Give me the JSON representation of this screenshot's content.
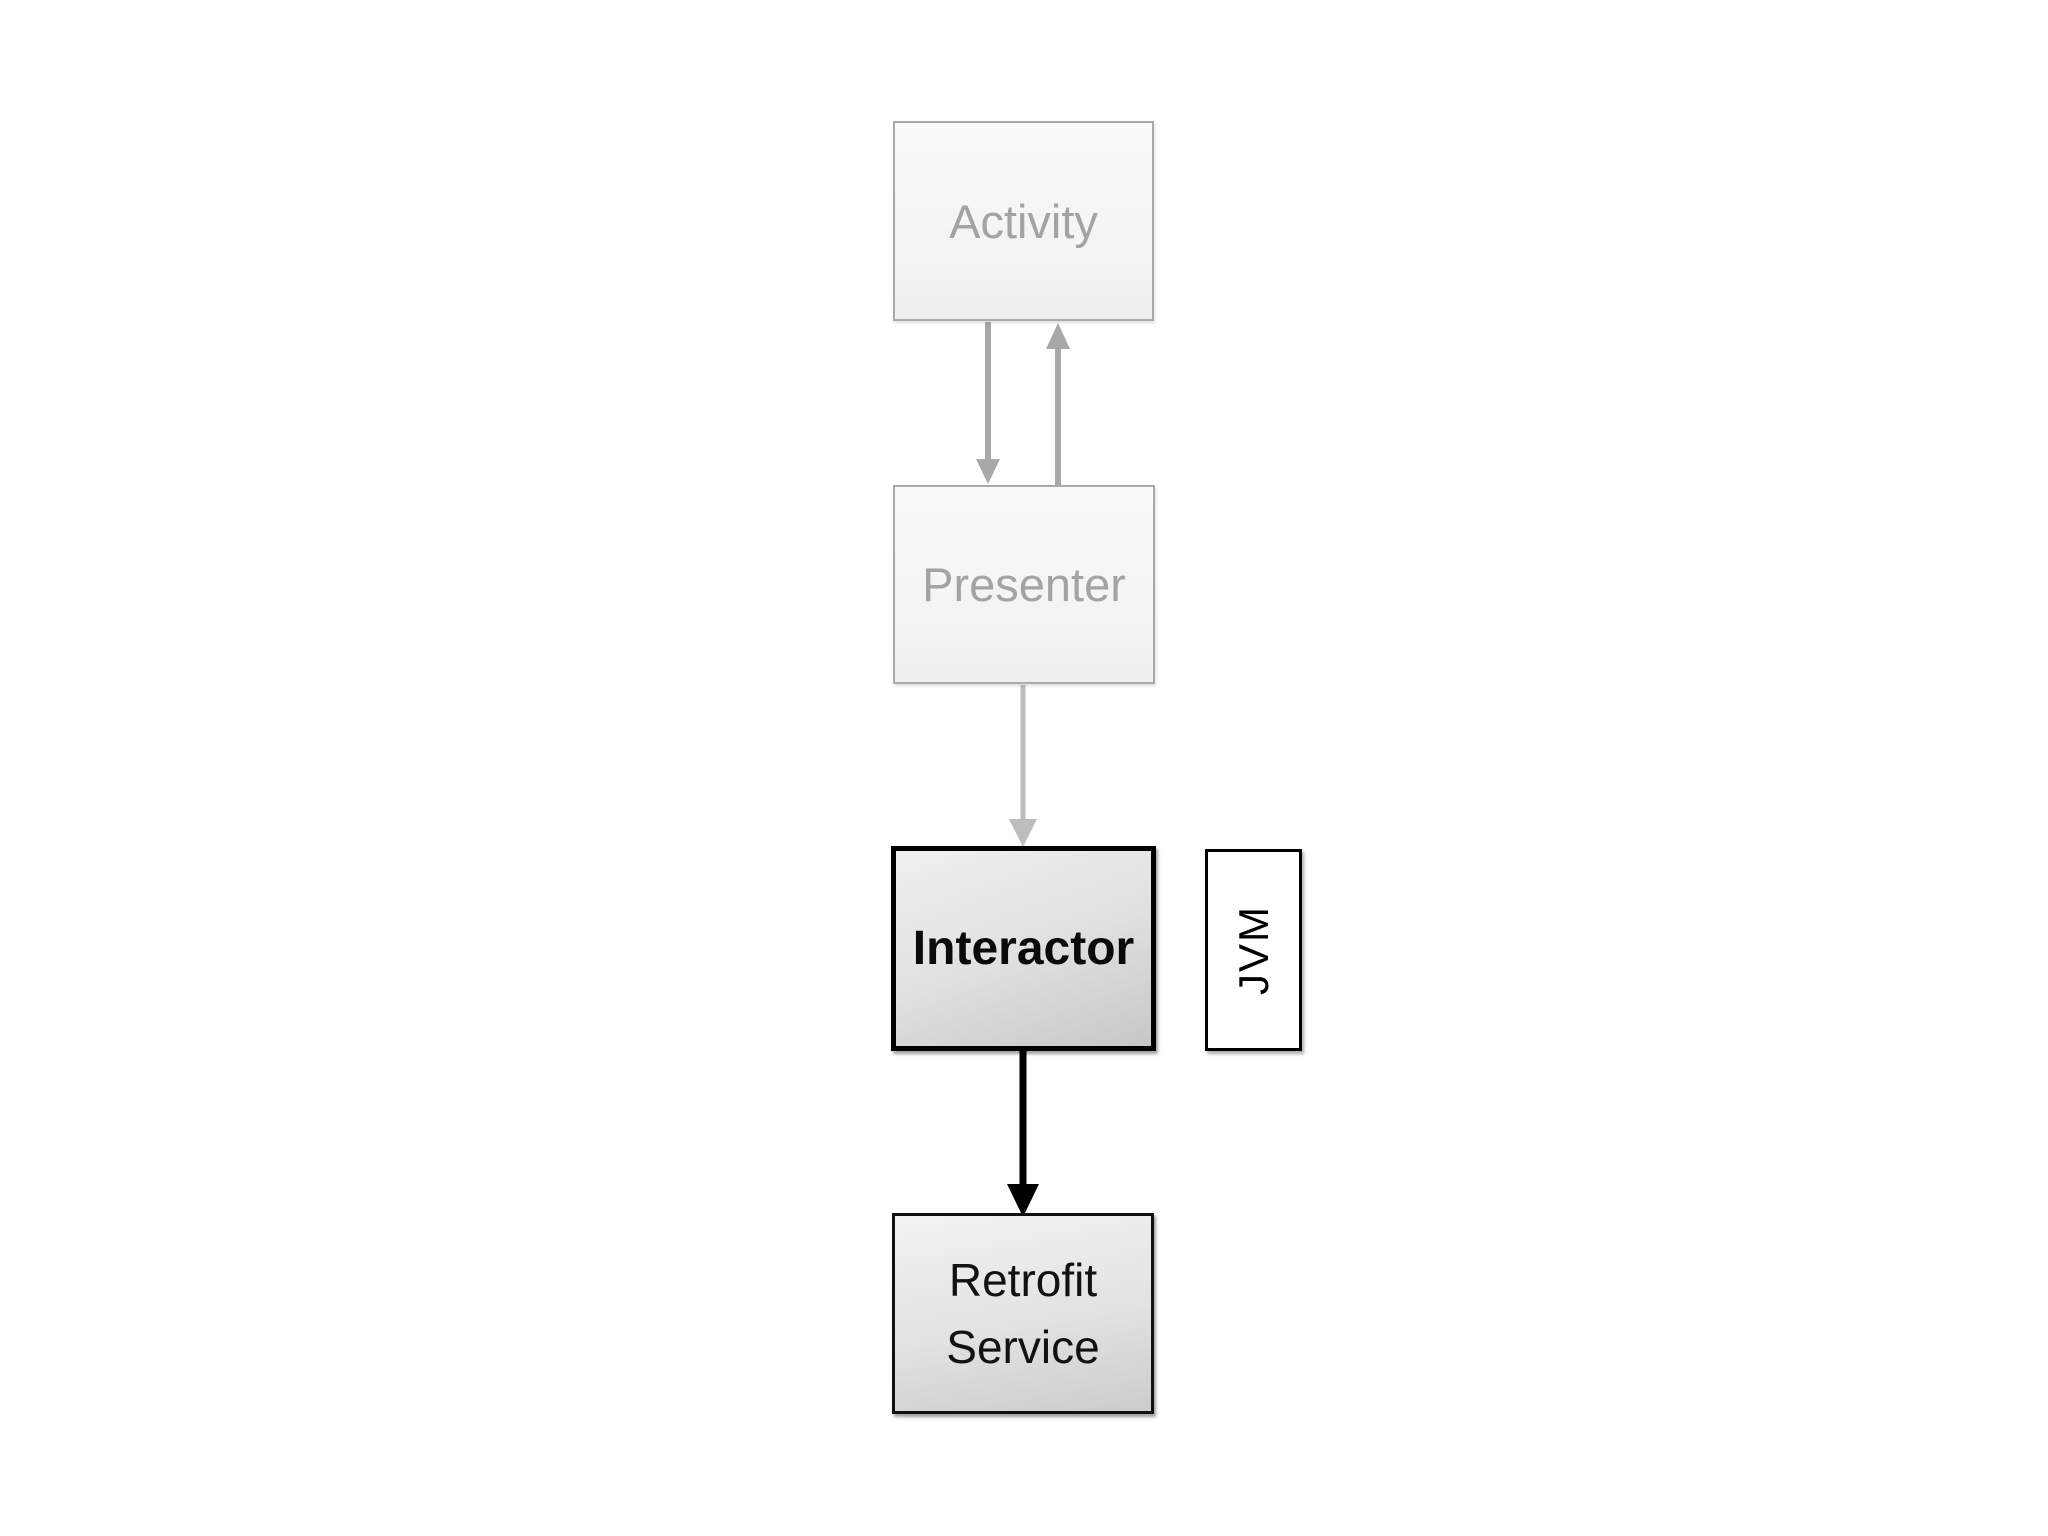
{
  "diagram": {
    "nodes": [
      {
        "id": "activity",
        "label": "Activity",
        "state": "inactive"
      },
      {
        "id": "presenter",
        "label": "Presenter",
        "state": "inactive"
      },
      {
        "id": "interactor",
        "label": "Interactor",
        "state": "active"
      },
      {
        "id": "jvm",
        "label": "JVM",
        "state": "context",
        "orientation": "vertical"
      },
      {
        "id": "retrofit-service",
        "label": "Retrofit Service",
        "state": "active"
      }
    ],
    "edges": [
      {
        "from": "activity",
        "to": "presenter",
        "style": "gray"
      },
      {
        "from": "presenter",
        "to": "activity",
        "style": "gray"
      },
      {
        "from": "presenter",
        "to": "interactor",
        "style": "light-gray"
      },
      {
        "from": "interactor",
        "to": "retrofit-service",
        "style": "black"
      }
    ]
  },
  "colors": {
    "background": "#ffffff",
    "arrow_gray": "#a8a8a8",
    "arrow_light_gray": "#bdbdbd",
    "arrow_black": "#000000",
    "inactive_border": "#aaaaaa",
    "inactive_text": "#a3a3a3",
    "active_border": "#000000",
    "active_text": "#0a0a0a"
  }
}
